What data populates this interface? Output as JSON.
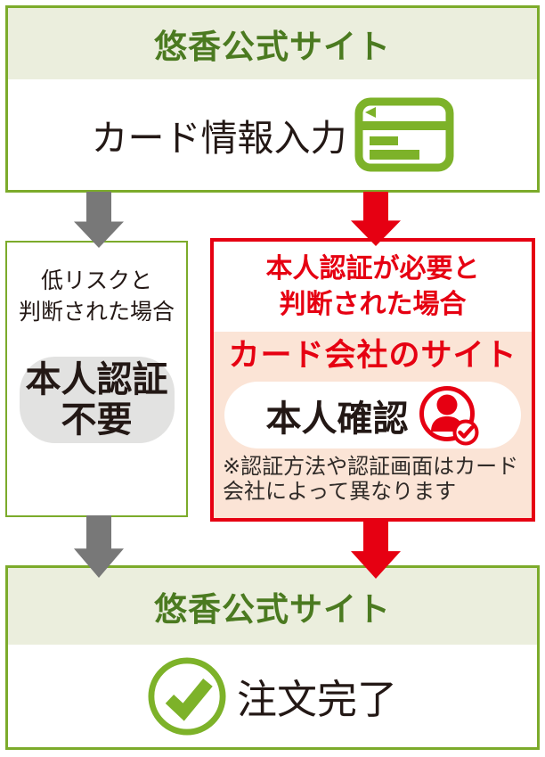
{
  "colors": {
    "green": "#7cab2b",
    "green_dark": "#4b7a20",
    "green_header_bg": "#ebeedd",
    "icon_green": "#7db229",
    "red": "#e60012",
    "pink_bg": "#fbe4d6",
    "arrow_gray": "#787878",
    "gray_pill_bg": "#e2e2e1",
    "ink": "#231815",
    "note_ink": "#302b28"
  },
  "top_site_box": {
    "title": "悠香公式サイト",
    "step_label": "カード情報入力",
    "icon": "credit-card-icon"
  },
  "low_risk_box": {
    "condition_lines": [
      "低リスクと",
      "判断された場合"
    ],
    "result_lines": [
      "本人認証",
      "不要"
    ]
  },
  "auth_box": {
    "condition_lines": [
      "本人認証が必要と",
      "判断された場合"
    ],
    "site_title": "カード会社のサイト",
    "step_label": "本人確認",
    "icon": "person-check-icon",
    "note_lines": [
      "※認証方法や認証画面はカード",
      "会社によって異なります"
    ]
  },
  "bottom_site_box": {
    "title": "悠香公式サイト",
    "step_label": "注文完了",
    "icon": "check-circle-icon"
  }
}
